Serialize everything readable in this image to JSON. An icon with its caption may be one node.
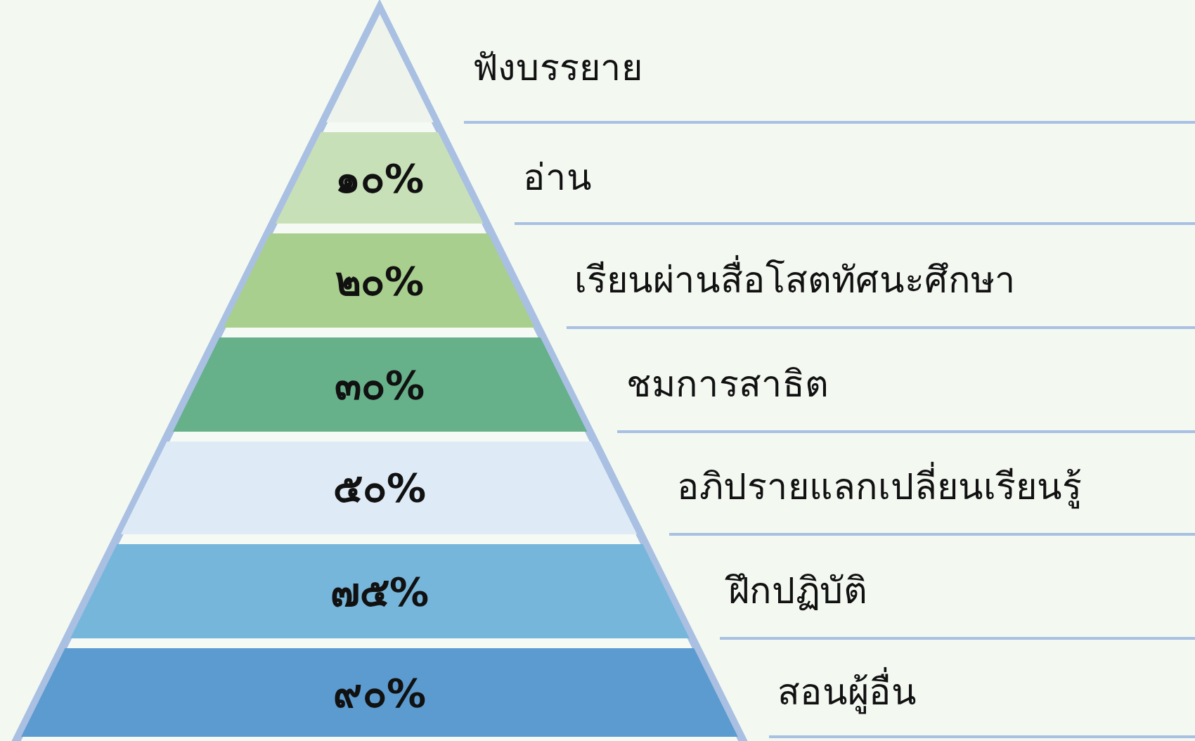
{
  "diagram": {
    "nodes": [
      {
        "text": [],
        "shape": "triangle",
        "beside": [
          "ฟังบรรยาย"
        ]
      },
      {
        "text": [
          "๑๐%"
        ],
        "beside": [
          "อ่าน"
        ]
      },
      {
        "text": [
          "๒๐%"
        ],
        "beside": [
          "เรียนผ่านสื่อโสตทัศนะศึกษา"
        ]
      },
      {
        "text": [
          "๓๐%"
        ],
        "beside": [
          "ชมการสาธิต"
        ]
      },
      {
        "text": [
          "๕๐%"
        ],
        "beside": [
          "อภิปรายแลกเปลี่ยนเรียนรู้"
        ]
      },
      {
        "text": [
          "๗๕%"
        ],
        "beside": [
          "ฝึกปฏิบัติ"
        ]
      },
      {
        "text": [
          "๙๐%"
        ],
        "beside": [
          "สอนผู้อื่น"
        ]
      }
    ]
  }
}
